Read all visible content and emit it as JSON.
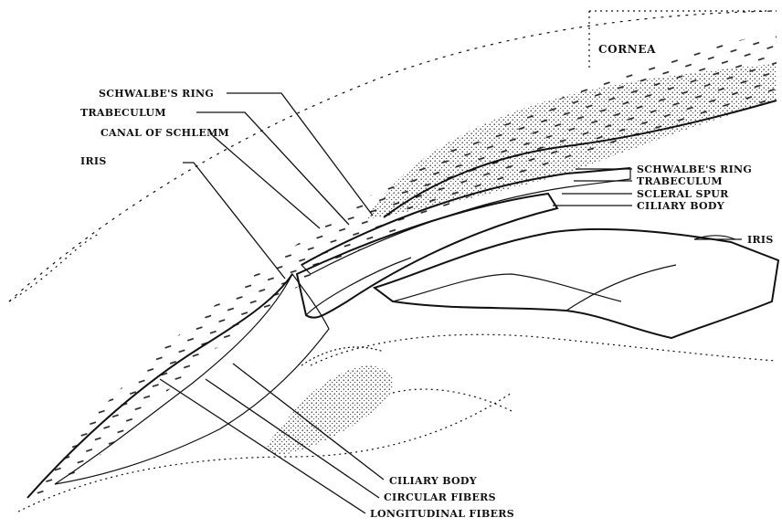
{
  "labels": {
    "cornea": "CORNEA",
    "schwalbes_ring_left": "SCHWALBE'S RING",
    "trabeculum_left": "TRABECULUM",
    "canal_of_schlemm": "CANAL OF SCHLEMM",
    "iris_left": "IRIS",
    "schwalbes_ring_right": "SCHWALBE'S RING",
    "trabeculum_right": "TRABECULUM",
    "scleral_spur": "SCLERAL SPUR",
    "ciliary_body_right": "CILIARY BODY",
    "iris_right": "IRIS",
    "ciliary_body_bottom": "CILIARY BODY",
    "circular_fibers": "CIRCULAR FIBERS",
    "longitudinal_fibers": "LONGITUDINAL FIBERS"
  },
  "colors": {
    "ink": "#111111",
    "paper": "#ffffff"
  }
}
